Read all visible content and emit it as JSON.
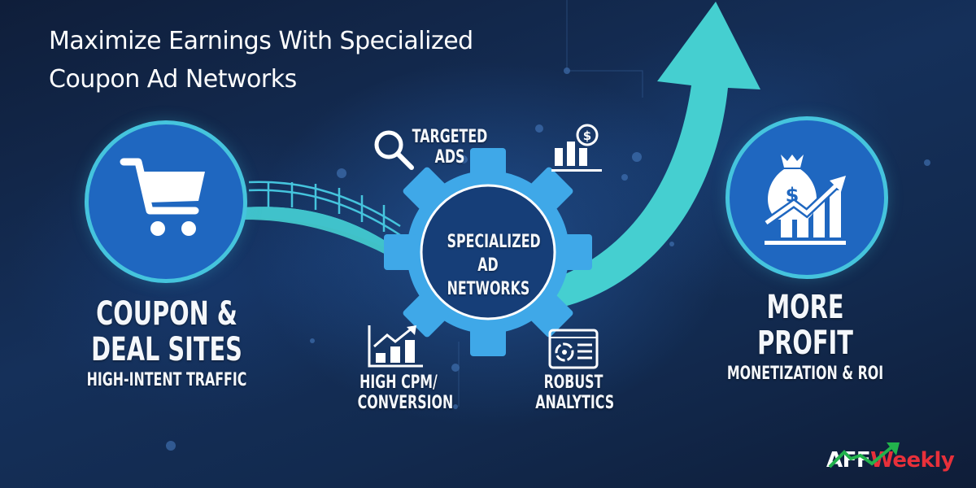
{
  "title": {
    "line1": "Maximize Earnings With Specialized",
    "line2": "Coupon Ad Networks"
  },
  "left_node": {
    "icon": "shopping-cart-icon",
    "heading_line1": "COUPON &",
    "heading_line2": "DEAL SITES",
    "subheading": "HIGH-INTENT TRAFFIC"
  },
  "center_node": {
    "icon": "gear-icon",
    "line1": "SPECIALIZED",
    "line2": "AD NETWORKS"
  },
  "right_node": {
    "icon": "money-bag-growth-icon",
    "heading_line1": "MORE",
    "heading_line2": "PROFIT",
    "subheading": "MONETIZATION & ROI"
  },
  "features": [
    {
      "icon": "magnifier-icon",
      "line1": "TARGETED",
      "line2": "ADS"
    },
    {
      "icon": "bar-chart-dollar-icon",
      "line1": "",
      "line2": ""
    },
    {
      "icon": "growth-chart-icon",
      "line1": "HIGH CPM/",
      "line2": "CONVERSION"
    },
    {
      "icon": "analytics-dashboard-icon",
      "line1": "ROBUST",
      "line2": "ANALYTICS"
    }
  ],
  "logo": {
    "part1": "AFF",
    "part2": "Weekly"
  },
  "colors": {
    "background": "#132a50",
    "circle_fill": "#1f67c0",
    "circle_border": "#45c4dd",
    "arrow": "#45cfd0",
    "gear": "#3fa8e8",
    "logo_red": "#e8303a",
    "logo_green": "#22b24c"
  }
}
